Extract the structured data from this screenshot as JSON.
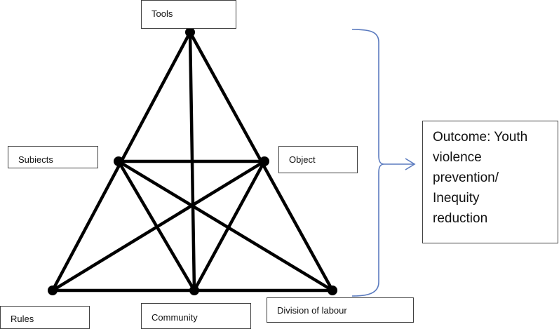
{
  "nodes": {
    "tools": "Tools",
    "subjects": "Subiects",
    "object": "Object",
    "rules": "Rules",
    "community": "Community",
    "division": "Division of labour"
  },
  "outcome": "Outcome: Youth\nviolence\nprevention/\nInequity\nreduction",
  "colors": {
    "lines": "#000000",
    "brace": "#5b7bbf",
    "box_border": "#404040"
  }
}
